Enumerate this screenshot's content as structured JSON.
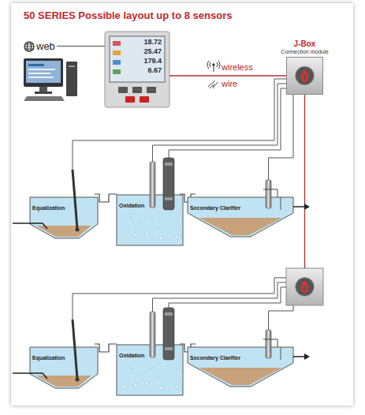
{
  "diagram": {
    "title": "50 SERIES Possible layout up to 8 sensors",
    "nodes": [
      {
        "text": [
          "web"
        ]
      },
      {
        "text": [
          "18.72",
          "25.47",
          "179.4",
          "6.67"
        ]
      },
      {
        "text": [
          "J-Box",
          "Connection module"
        ]
      },
      {
        "text": [
          "Equalization"
        ]
      },
      {
        "text": [
          "Oxidation"
        ]
      },
      {
        "text": [
          "Secondary Clarifier"
        ]
      },
      {
        "text": [
          "Equalization"
        ]
      },
      {
        "text": [
          "Oxidation"
        ]
      },
      {
        "text": [
          "Secondary Clarifier"
        ]
      }
    ],
    "edges": [
      {
        "from": 0,
        "to": 1,
        "arrow": "none"
      },
      {
        "from": 1,
        "to": 2,
        "arrow": "none"
      }
    ],
    "labels": [
      "wireless",
      "wire"
    ]
  }
}
